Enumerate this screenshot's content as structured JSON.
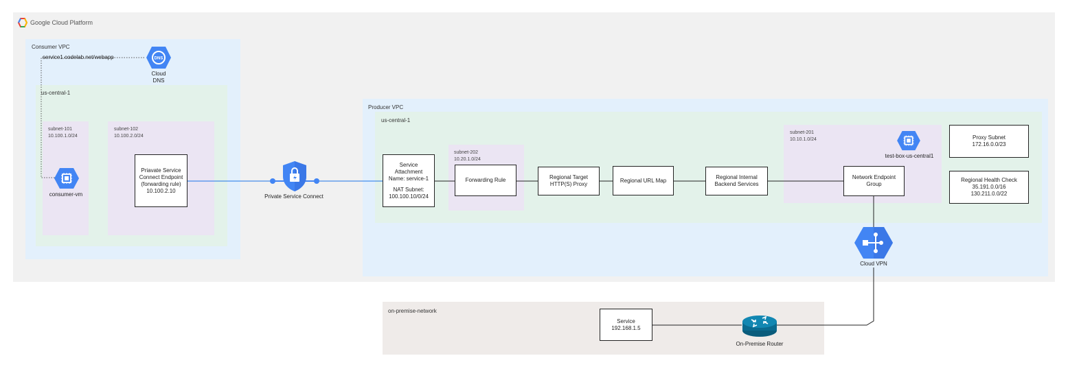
{
  "gcp": {
    "title": "Google Cloud Platform"
  },
  "consumer": {
    "vpc_label": "Consumer VPC",
    "dns_url": "service1.codelab.net/webapp",
    "dns_label_1": "Cloud",
    "dns_label_2": "DNS",
    "region_label": "us-central-1",
    "subnet101": {
      "name": "subnet-101",
      "cidr": "10.100.1.0/24"
    },
    "subnet102": {
      "name": "subnet-102",
      "cidr": "10.100.2.0/24"
    },
    "vm_label": "consumer-vm",
    "psc_endpoint": {
      "line1": "Priavate Service",
      "line2": "Connect Endpoint",
      "line3": "(forwarding rule)",
      "line4": "10.100.2.10"
    }
  },
  "psc": {
    "label": "Private Service Connect"
  },
  "producer": {
    "vpc_label": "Producer VPC",
    "region_label": "us-central-1",
    "service_attachment": {
      "line1": "Service",
      "line2": "Attachment",
      "line3": "Name: service-1",
      "line4": "NAT Subnet:",
      "line5": "100.100.10/0/24"
    },
    "subnet202": {
      "name": "subnet-202",
      "cidr": "10.20.1.0/24"
    },
    "forwarding_rule": "Forwarding Rule",
    "target_proxy": {
      "line1": "Regional Target",
      "line2": "HTTP(S) Proxy"
    },
    "url_map": "Regional URL Map",
    "backend": {
      "line1": "Regional Internal",
      "line2": "Backend Services"
    },
    "subnet201": {
      "name": "subnet-201",
      "cidr": "10.10.1.0/24"
    },
    "test_box": "test-box-us-central1",
    "neg": {
      "line1": "Network Endpoint",
      "line2": "Group"
    },
    "proxy_subnet": {
      "line1": "Proxy Subnet",
      "line2": "172.16.0.0/23"
    },
    "health_check": {
      "line1": "Regional Health Check",
      "line2": "35.191.0.0/16",
      "line3": "130.211.0.0/22"
    },
    "vpn_label": "Cloud VPN"
  },
  "onprem": {
    "label": "on-premise-network",
    "service": {
      "line1": "Service",
      "line2": "192.168.1.5"
    },
    "router_label": "On-Premise Router"
  },
  "colors": {
    "gcp_blue": "#4285f4",
    "router_blue": "#0a6a8f",
    "psc_line": "#1a73e8"
  }
}
